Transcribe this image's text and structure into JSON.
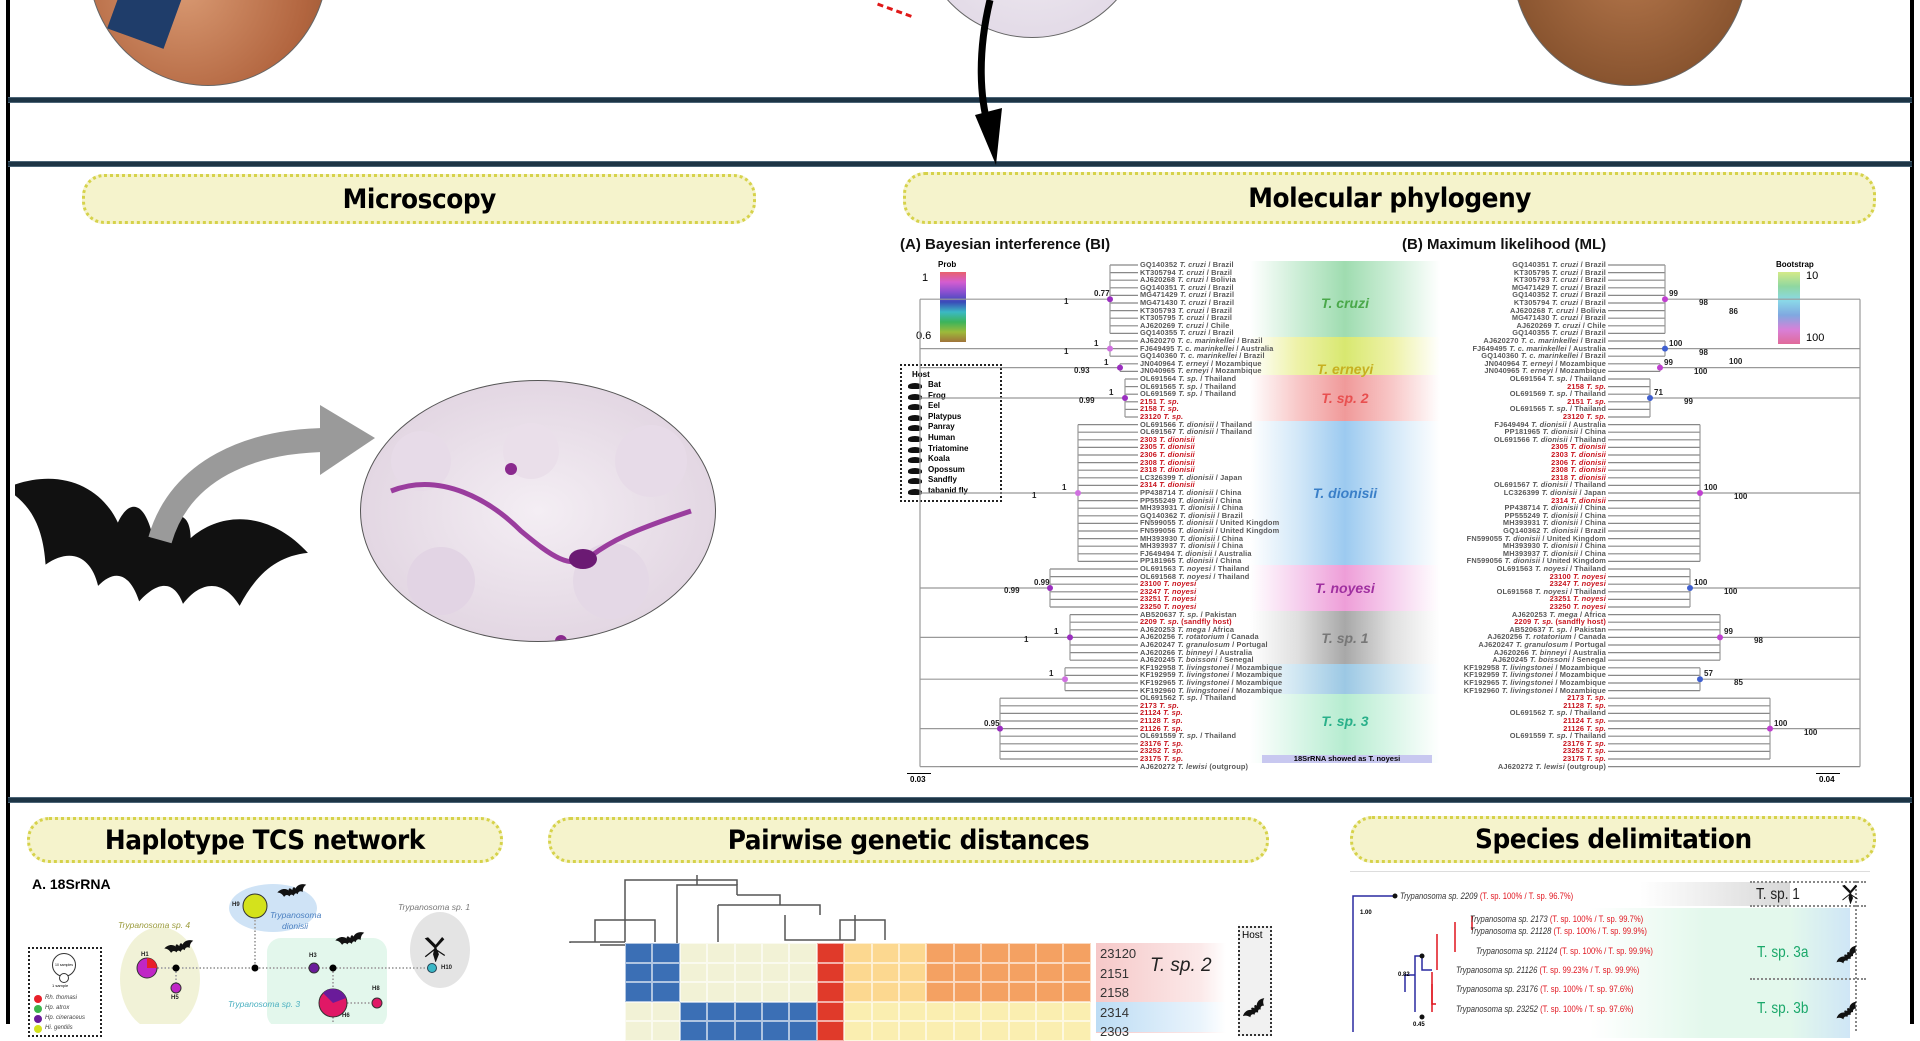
{
  "sections": {
    "microscopy": "Microscopy",
    "phylogeny": "Molecular phylogeny",
    "haplotype": "Haplotype TCS network",
    "pairwise": "Pairwise genetic distances",
    "delimitation": "Species delimitation"
  },
  "phylogeny": {
    "bi_title": "(A) Bayesian interference (BI)",
    "ml_title": "(B) Maximum likelihood (ML)",
    "prob_legend": {
      "title": "Prob",
      "max": "1",
      "min": "0.6"
    },
    "bootstrap_legend": {
      "title": "Bootstrap",
      "min": "10",
      "max": "100"
    },
    "host_legend": {
      "title": "Host",
      "items": [
        "Bat",
        "Frog",
        "Eel",
        "Platypus",
        "Panray",
        "Human",
        "Triatomine",
        "Koala",
        "Opossum",
        "Sandfly",
        "tabanid fly"
      ]
    },
    "bi_support": [
      "0.77",
      "1",
      "1",
      "1",
      "1",
      "0.99",
      "1",
      "1",
      "0.95",
      "1",
      "1",
      "0.93",
      "0.99",
      "1",
      "0.99",
      "1"
    ],
    "ml_support": [
      "99",
      "100",
      "99",
      "71",
      "100",
      "100",
      "99",
      "57",
      "100",
      "98",
      "98",
      "100",
      "99",
      "100",
      "100",
      "98",
      "85",
      "100",
      "86",
      "100"
    ],
    "bi_scale": "0.03",
    "ml_scale": "0.04",
    "clades": [
      "T. cruzi",
      "T. erneyi",
      "T. sp. 2",
      "T. dionisii",
      "T. noyesi",
      "T. sp. 1",
      "T. sp. 3"
    ],
    "note": "18SrRNA showed as T. noyesi",
    "left_labels": [
      [
        "GQ140352",
        "T. cruzi",
        "/ Brazil",
        0
      ],
      [
        "KT305794",
        "T. cruzi",
        "/ Brazil",
        0
      ],
      [
        "AJ620268",
        "T. cruzi",
        "/ Bolivia",
        0
      ],
      [
        "GQ140351",
        "T. cruzi",
        "/ Brazil",
        0
      ],
      [
        "MG471429",
        "T. cruzi",
        "/ Brazil",
        0
      ],
      [
        "MG471430",
        "T. cruzi",
        "/ Brazil",
        0
      ],
      [
        "KT305793",
        "T. cruzi",
        "/ Brazil",
        0
      ],
      [
        "KT305795",
        "T. cruzi",
        "/ Brazil",
        0
      ],
      [
        "AJ620269",
        "T. cruzi",
        "/ Chile",
        0
      ],
      [
        "GQ140355",
        "T. cruzi",
        "/ Brazil",
        0
      ],
      [
        "AJ620270",
        "T. c. marinkellei",
        "/ Brazil",
        0
      ],
      [
        "FJ649495",
        "T. c. marinkellei",
        "/ Australia",
        0
      ],
      [
        "GQ140360",
        "T. c. marinkellei",
        "/ Brazil",
        0
      ],
      [
        "JN040964",
        "T. erneyi",
        "/ Mozambique",
        0
      ],
      [
        "JN040965",
        "T. erneyi",
        "/ Mozambique",
        0
      ],
      [
        "OL691564",
        "T. sp.",
        "/ Thailand",
        0
      ],
      [
        "OL691565",
        "T. sp.",
        "/ Thailand",
        0
      ],
      [
        "OL691569",
        "T. sp.",
        "/ Thailand",
        0
      ],
      [
        "2151",
        "T. sp.",
        "",
        1
      ],
      [
        "2158",
        "T. sp.",
        "",
        1
      ],
      [
        "23120",
        "T. sp.",
        "",
        1
      ],
      [
        "OL691566",
        "T. dionisii",
        "/ Thailand",
        0
      ],
      [
        "OL691567",
        "T. dionisii",
        "/ Thailand",
        0
      ],
      [
        "2303",
        "T. dionisii",
        "",
        1
      ],
      [
        "2305",
        "T. dionisii",
        "",
        1
      ],
      [
        "2306",
        "T. dionisii",
        "",
        1
      ],
      [
        "2308",
        "T. dionisii",
        "",
        1
      ],
      [
        "2318",
        "T. dionisii",
        "",
        1
      ],
      [
        "LC326399",
        "T. dionisii",
        "/ Japan",
        0
      ],
      [
        "2314",
        "T. dionisii",
        "",
        1
      ],
      [
        "PP438714",
        "T. dionisii",
        "/ China",
        0
      ],
      [
        "PP555249",
        "T. dionisii",
        "/ China",
        0
      ],
      [
        "MH393931",
        "T. dionisii",
        "/ China",
        0
      ],
      [
        "GQ140362",
        "T. dionisii",
        "/ Brazil",
        0
      ],
      [
        "FN599055",
        "T. dionisii",
        "/ United Kingdom",
        0
      ],
      [
        "FN599056",
        "T. dionisii",
        "/ United Kingdom",
        0
      ],
      [
        "MH393930",
        "T. dionisii",
        "/ China",
        0
      ],
      [
        "MH393937",
        "T. dionisii",
        "/ China",
        0
      ],
      [
        "FJ649494",
        "T. dionisii",
        "/ Australia",
        0
      ],
      [
        "PP181965",
        "T. dionisii",
        "/ China",
        0
      ],
      [
        "OL691563",
        "T. noyesi",
        "/ Thailand",
        0
      ],
      [
        "OL691568",
        "T. noyesi",
        "/ Thailand",
        0
      ],
      [
        "23100",
        "T. noyesi",
        "",
        1
      ],
      [
        "23247",
        "T. noyesi",
        "",
        1
      ],
      [
        "23251",
        "T. noyesi",
        "",
        1
      ],
      [
        "23250",
        "T. noyesi",
        "",
        1
      ],
      [
        "AB520637",
        "T. sp.",
        "/ Pakistan",
        0
      ],
      [
        "2209",
        "T. sp.",
        "(sandfly host)",
        1
      ],
      [
        "AJ620253",
        "T. mega",
        "/ Africa",
        0
      ],
      [
        "AJ620256",
        "T. rotatorium",
        "/ Canada",
        0
      ],
      [
        "AJ620247",
        "T. granulosum",
        "/ Portugal",
        0
      ],
      [
        "AJ620266",
        "T. binneyi",
        "/ Australia",
        0
      ],
      [
        "AJ620245",
        "T. boissoni",
        "/ Senegal",
        0
      ],
      [
        "KF192958",
        "T. livingstonei",
        "/ Mozambique",
        0
      ],
      [
        "KF192959",
        "T. livingstonei",
        "/ Mozambique",
        0
      ],
      [
        "KF192965",
        "T. livingstonei",
        "/ Mozambique",
        0
      ],
      [
        "KF192960",
        "T. livingstonei",
        "/ Mozambique",
        0
      ],
      [
        "OL691562",
        "T. sp.",
        "/ Thailand",
        0
      ],
      [
        "2173",
        "T. sp.",
        "",
        1
      ],
      [
        "21124",
        "T. sp.",
        "",
        1
      ],
      [
        "21128",
        "T. sp.",
        "",
        1
      ],
      [
        "21126",
        "T. sp.",
        "",
        1
      ],
      [
        "OL691559",
        "T. sp.",
        "/ Thailand",
        0
      ],
      [
        "23176",
        "T. sp.",
        "",
        1
      ],
      [
        "23252",
        "T. sp.",
        "",
        1
      ],
      [
        "23175",
        "T. sp.",
        "",
        1
      ],
      [
        "AJ620272",
        "T. lewisi",
        "(outgroup)",
        0
      ]
    ],
    "right_labels": [
      [
        "GQ140351",
        "T. cruzi",
        "/ Brazil",
        0
      ],
      [
        "KT305795",
        "T. cruzi",
        "/ Brazil",
        0
      ],
      [
        "KT305793",
        "T. cruzi",
        "/ Brazil",
        0
      ],
      [
        "MG471429",
        "T. cruzi",
        "/ Brazil",
        0
      ],
      [
        "GQ140352",
        "T. cruzi",
        "/ Brazil",
        0
      ],
      [
        "KT305794",
        "T. cruzi",
        "/ Brazil",
        0
      ],
      [
        "AJ620268",
        "T. cruzi",
        "/ Bolivia",
        0
      ],
      [
        "MG471430",
        "T. cruzi",
        "/ Brazil",
        0
      ],
      [
        "AJ620269",
        "T. cruzi",
        "/ Chile",
        0
      ],
      [
        "GQ140355",
        "T. cruzi",
        "/ Brazil",
        0
      ],
      [
        "AJ620270",
        "T. c. marinkellei",
        "/ Brazil",
        0
      ],
      [
        "FJ649495",
        "T. c. marinkellei",
        "/ Australia",
        0
      ],
      [
        "GQ140360",
        "T. c. marinkellei",
        "/ Brazil",
        0
      ],
      [
        "JN040964",
        "T. erneyi",
        "/ Mozambique",
        0
      ],
      [
        "JN040965",
        "T. erneyi",
        "/ Mozambique",
        0
      ],
      [
        "OL691564",
        "T. sp.",
        "/ Thailand",
        0
      ],
      [
        "2158",
        "T. sp.",
        "",
        1
      ],
      [
        "OL691569",
        "T. sp.",
        "/ Thailand",
        0
      ],
      [
        "2151",
        "T. sp.",
        "",
        1
      ],
      [
        "OL691565",
        "T. sp.",
        "/ Thailand",
        0
      ],
      [
        "23120",
        "T. sp.",
        "",
        1
      ],
      [
        "FJ649494",
        "T. dionisii",
        "/ Australia",
        0
      ],
      [
        "PP181965",
        "T. dionisii",
        "/ China",
        0
      ],
      [
        "OL691566",
        "T. dionisii",
        "/ Thailand",
        0
      ],
      [
        "2305",
        "T. dionisii",
        "",
        1
      ],
      [
        "2303",
        "T. dionisii",
        "",
        1
      ],
      [
        "2306",
        "T. dionisii",
        "",
        1
      ],
      [
        "2308",
        "T. dionisii",
        "",
        1
      ],
      [
        "2318",
        "T. dionisii",
        "",
        1
      ],
      [
        "OL691567",
        "T. dionisii",
        "/ Thailand",
        0
      ],
      [
        "LC326399",
        "T. dionisii",
        "/ Japan",
        0
      ],
      [
        "2314",
        "T. dionisii",
        "",
        1
      ],
      [
        "PP438714",
        "T. dionisii",
        "/ China",
        0
      ],
      [
        "PP555249",
        "T. dionisii",
        "/ China",
        0
      ],
      [
        "MH393931",
        "T. dionisii",
        "/ China",
        0
      ],
      [
        "GQ140362",
        "T. dionisii",
        "/ Brazil",
        0
      ],
      [
        "FN599055",
        "T. dionisii",
        "/ United Kingdom",
        0
      ],
      [
        "MH393930",
        "T. dionisii",
        "/ China",
        0
      ],
      [
        "MH393937",
        "T. dionisii",
        "/ China",
        0
      ],
      [
        "FN599056",
        "T. dionisii",
        "/ United Kingdom",
        0
      ],
      [
        "OL691563",
        "T. noyesi",
        "/ Thailand",
        0
      ],
      [
        "23100",
        "T. noyesi",
        "",
        1
      ],
      [
        "23247",
        "T. noyesi",
        "",
        1
      ],
      [
        "OL691568",
        "T. noyesi",
        "/ Thailand",
        0
      ],
      [
        "23251",
        "T. noyesi",
        "",
        1
      ],
      [
        "23250",
        "T. noyesi",
        "",
        1
      ],
      [
        "AJ620253",
        "T. mega",
        "/ Africa",
        0
      ],
      [
        "2209",
        "T. sp.",
        "(sandfly host)",
        1
      ],
      [
        "AB520637",
        "T. sp.",
        "/ Pakistan",
        0
      ],
      [
        "AJ620256",
        "T. rotatorium",
        "/ Canada",
        0
      ],
      [
        "AJ620247",
        "T. granulosum",
        "/ Portugal",
        0
      ],
      [
        "AJ620266",
        "T. binneyi",
        "/ Australia",
        0
      ],
      [
        "AJ620245",
        "T. boissoni",
        "/ Senegal",
        0
      ],
      [
        "KF192958",
        "T. livingstonei",
        "/ Mozambique",
        0
      ],
      [
        "KF192959",
        "T. livingstonei",
        "/ Mozambique",
        0
      ],
      [
        "KF192965",
        "T. livingstonei",
        "/ Mozambique",
        0
      ],
      [
        "KF192960",
        "T. livingstonei",
        "/ Mozambique",
        0
      ],
      [
        "2173",
        "T. sp.",
        "",
        1
      ],
      [
        "21128",
        "T. sp.",
        "",
        1
      ],
      [
        "OL691562",
        "T. sp.",
        "/ Thailand",
        0
      ],
      [
        "21124",
        "T. sp.",
        "",
        1
      ],
      [
        "21126",
        "T. sp.",
        "",
        1
      ],
      [
        "OL691559",
        "T. sp.",
        "/ Thailand",
        0
      ],
      [
        "23176",
        "T. sp.",
        "",
        1
      ],
      [
        "23252",
        "T. sp.",
        "",
        1
      ],
      [
        "23175",
        "T. sp.",
        "",
        1
      ],
      [
        "AJ620272",
        "T. lewisi",
        "(outgroup)",
        0
      ]
    ]
  },
  "haplotype": {
    "panel_label": "A. 18SrRNA",
    "groups": [
      "Trypanosoma sp. 4",
      "Trypanosoma",
      "dionisii",
      "Trypanosoma sp. 1",
      "Trypanosoma sp. 3"
    ],
    "nodes": [
      "H1",
      "H3",
      "H5",
      "H6",
      "H8",
      "H9",
      "H10"
    ],
    "legend": {
      "big": "10 samples",
      "small": "1 sample",
      "hosts": [
        "Rh. thomasi",
        "Hp. atrox",
        "Hp. cineraceus",
        "Hi. gentilis"
      ]
    },
    "host_colors": [
      "#e8202a",
      "#3cb44b",
      "#6a1b9a",
      "#d4e21c"
    ]
  },
  "pairwise": {
    "row_labels": [
      "23120",
      "2151",
      "2158",
      "2314",
      "2303"
    ],
    "group_label": "T. sp. 2",
    "host_label": "Host",
    "levels": [
      [
        0,
        0,
        1,
        1,
        1,
        1,
        1,
        4,
        2,
        2,
        2,
        3,
        3,
        3,
        3,
        3,
        3
      ],
      [
        0,
        0,
        1,
        1,
        1,
        1,
        1,
        4,
        2,
        2,
        2,
        3,
        3,
        3,
        3,
        3,
        3
      ],
      [
        0,
        0,
        1,
        1,
        1,
        1,
        1,
        4,
        2,
        2,
        2,
        3,
        3,
        3,
        3,
        3,
        3
      ],
      [
        1,
        1,
        0,
        0,
        0,
        0,
        0,
        4,
        5,
        5,
        5,
        5,
        5,
        5,
        5,
        5,
        5
      ],
      [
        1,
        1,
        0,
        0,
        0,
        0,
        0,
        4,
        5,
        5,
        5,
        5,
        5,
        5,
        5,
        5,
        5
      ]
    ]
  },
  "delimitation": {
    "entries": [
      [
        "Trypanosoma sp. 2209",
        "(T. sp. 100% / T. sp. 96.7%)"
      ],
      [
        "Trypanosoma sp.  2173",
        "(T. sp. 100% / T. sp. 99.7%)"
      ],
      [
        "Trypanosoma sp. 21128",
        "(T. sp. 100% / T. sp. 99.9%)"
      ],
      [
        "Trypanosoma sp. 21124",
        "(T. sp. 100% / T. sp. 99.9%)"
      ],
      [
        "Trypanosoma sp. 21126",
        "(T. sp. 99.23% / T. sp. 99.9%)"
      ],
      [
        "Trypanosoma sp. 23176",
        "(T. sp. 100% / T. sp. 97.6%)"
      ],
      [
        "Trypanosoma sp. 23252",
        "(T. sp. 100% / T. sp. 97.6%)"
      ]
    ],
    "support": [
      "1.00",
      "0.82",
      "0.45"
    ],
    "species": [
      "T. sp. 1",
      "T. sp. 3a",
      "T. sp. 3b"
    ]
  }
}
